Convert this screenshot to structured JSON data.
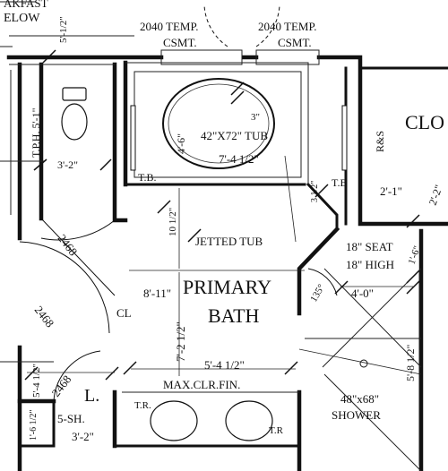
{
  "labels": {
    "top_left_fragment_1": "AKFAST",
    "top_left_fragment_2": "ELOW",
    "dim_top_left": "5'-1/2\"",
    "window_left_1": "2040 TEMP.",
    "window_left_2": "CSMT.",
    "window_right_1": "2040 TEMP.",
    "window_right_2": "CSMT.",
    "tph_label": "T.P.H. 5'-1\"",
    "dim_wc_width": "3'-2\"",
    "tb_left": "T.B.",
    "dim_3": "3\"",
    "dim_4_6": "4'-6\"",
    "tub_size": "42\"X72\" TUB",
    "dim_7_4": "7'-4 1/2\"",
    "dim_3_vert": "3 1/2\"",
    "tb_right": "T.B",
    "rs_label": "R&S",
    "closet_label": "CLO",
    "dim_2_1": "2'-1\"",
    "dim_2_2": "2'-2\"",
    "door_2468_top": "2468",
    "dim_10": "10 1/2\"",
    "jetted_tub": "JETTED TUB",
    "seat_1": "18\" SEAT",
    "seat_2": "18\" HIGH",
    "dim_1_6": "1'-6\"",
    "room_name_1": "PRIMARY",
    "room_name_2": "BATH",
    "dim_8_11": "8'-11\"",
    "dim_4_0": "4'-0\"",
    "angle_135": "135°",
    "centerline": "CL",
    "door_2468_mid": "2468",
    "dim_7_2": "7'-2 1/2\"",
    "dim_5_4_left": "5'-4 1/2\"",
    "door_2468_low": "2468",
    "linen_label": "L.",
    "dim_5_4_vanity": "5'-4 1/2\"",
    "max_clr": "MAX.CLR.FIN.",
    "tr_left": "T.R.",
    "tr_right": "T.R",
    "dim_5_8": "5'-8 1/2\"",
    "shower_size": "48\"x68\"",
    "shower_label": "SHOWER",
    "shelf_label": "5-SH.",
    "dim_1_6_low": "1'-6 1/2\"",
    "dim_3_2_low": "3'-2\""
  }
}
